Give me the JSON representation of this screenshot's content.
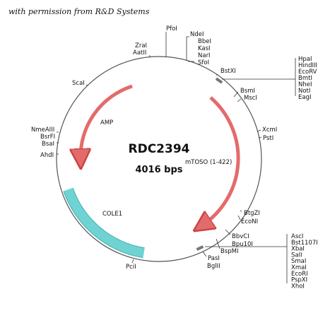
{
  "credit": "with permission from R&D Systems",
  "plasmid": {
    "name": "RDC2394",
    "size": "4016 bps"
  },
  "features": {
    "amp": "AMP",
    "insert": "mTOSO (1-422)",
    "ori": "COLE1"
  },
  "sites": {
    "PfoI": "PfoI",
    "ZraI": "ZraI",
    "AatII": "AatII",
    "NdeI": "NdeI",
    "BbeI": "BbeI",
    "KasI": "KasI",
    "NarI": "NarI",
    "SfoI": "SfoI",
    "BstXI": "BstXI",
    "BsmI": "BsmI",
    "MscI": "MscI",
    "XcmI": "XcmI",
    "PstI": "PstI",
    "BtgZI": "BtgZI",
    "EcoNI": "EcoNI",
    "BbvCI": "BbvCI",
    "Bpu10I": "Bpu10I",
    "BspMI": "BspMI",
    "PasI": "PasI",
    "BglII": "BglII",
    "PciI": "PciI",
    "AhdI": "AhdI",
    "BsaI": "BsaI",
    "BsrFI": "BsrFI",
    "NmeAIII": "NmeAIII",
    "ScaI": "ScaI"
  },
  "mcs_top": [
    "HpaI",
    "HindIII",
    "EcoRV",
    "BmtI",
    "NheI",
    "NotI",
    "EagI"
  ],
  "mcs_bottom": [
    "AscI",
    "Bst1107I",
    "XbaI",
    "SalI",
    "SmaI",
    "XmaI",
    "EcoRI",
    "PspXI",
    "XhoI"
  ],
  "colors": {
    "arrow": "#e46b6b",
    "arrow_stroke": "#c94444",
    "ori": "#6fd3d3",
    "ori_stroke": "#3fb0b0",
    "backbone": "#555555"
  }
}
